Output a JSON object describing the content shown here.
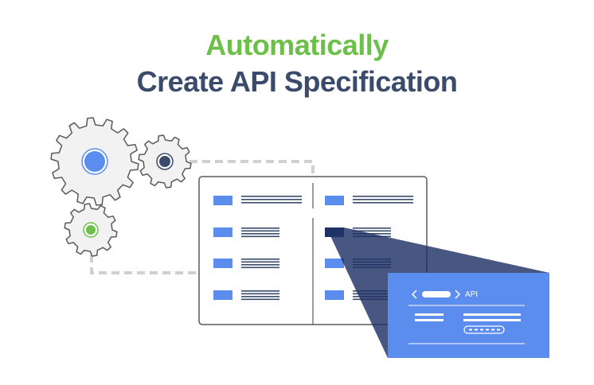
{
  "heading": {
    "line1": "Automatically",
    "line2": "Create API Specification"
  },
  "popup": {
    "label": "API"
  },
  "colors": {
    "green": "#6cc04a",
    "navy": "#3b4b6b",
    "blue": "#5b8def",
    "dark_blue": "#1e3266",
    "gear_fill": "#f2f2f2",
    "gear_stroke": "#5a5a5a",
    "dash": "#d0d0d0"
  },
  "icons": [
    "gear-icon",
    "code-brackets-icon"
  ]
}
